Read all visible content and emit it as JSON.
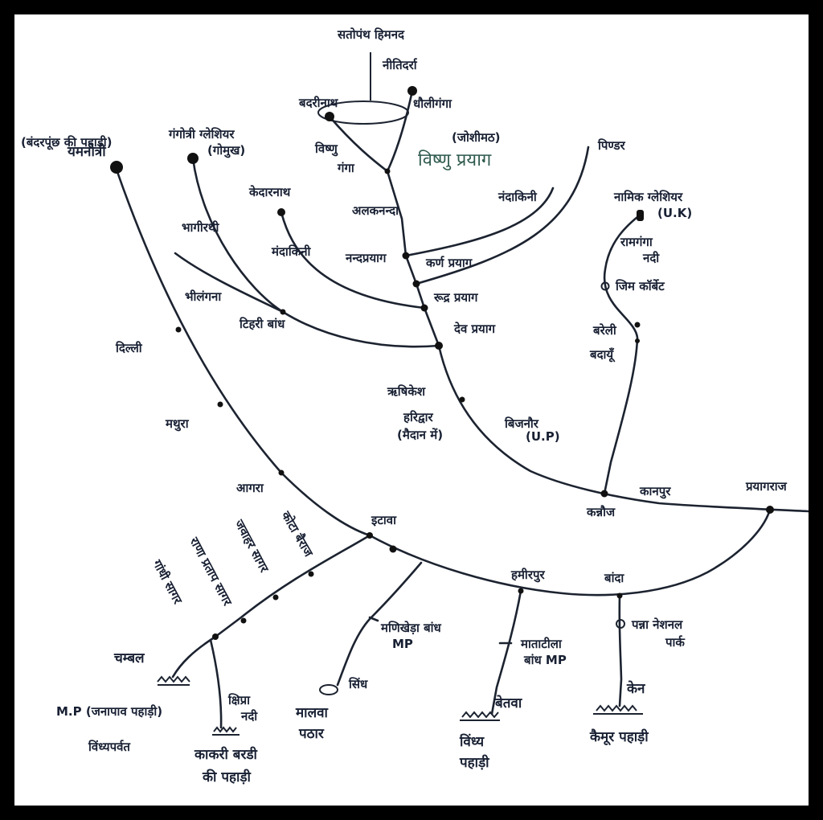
{
  "labels": {
    "satopanth": "सतोपंथ हिमनद",
    "nitidarra": "नीतिदर्रा",
    "badrinath": "बदरीनाथ",
    "dhauliganga": "धौलीगंगा",
    "joshimath": "(जोशीमठ)",
    "vishnuganga": [
      "विष्णु",
      "गंगा"
    ],
    "vishnuprayag": "विष्णु प्रयाग",
    "pindar": "पिण्डर",
    "nandakini": "नंदाकिनी",
    "alaknanda": "अलकनन्दा",
    "nandprayag": "नन्दप्रयाग",
    "karnprayag": "कर्ण प्रयाग",
    "rudraprayag": "रूद्र प्रयाग",
    "devprayag": "देव प्रयाग",
    "kedarnath": "केदारनाथ",
    "mandakini": "मंदाकिनी",
    "bandarpunch": "(बंदरपूंछ की पहाड़ी)",
    "yamunotri": "यमनोत्री",
    "gangotri_glacier": "गंगोत्री ग्लेशियर",
    "gomukh": "(गोमुख)",
    "bhagirathi": "भागीरथी",
    "bhilangana": "भीलंगना",
    "tehri_dam": "टिहरी बांध",
    "delhi": "दिल्ली",
    "mathura": "मथुरा",
    "agra": "आगरा",
    "rishikesh": "ऋषिकेश",
    "haridwar": "हरिद्वार",
    "maidan": "(मैदान में)",
    "bijnor": [
      "बिजनौर",
      "(U.P)"
    ],
    "namik_glacier": "नामिक ग्लेशियर",
    "uk": "(U.K)",
    "ramganga": [
      "रामगंगा",
      "नदी"
    ],
    "jim_corbett": "जिम कॉर्बेट",
    "bareilly": "बरेली",
    "badaun": "बदायूँ",
    "kanpur": "कानपुर",
    "kannauj": "कन्नौज",
    "prayagraj": "प्रयागराज",
    "itawa": "इटावा",
    "hamirpur": "हमीरपुर",
    "banda": "बांदा",
    "panna": [
      "पन्ना नेशनल",
      "पार्क"
    ],
    "ken": "केन",
    "kaimur": "कैमूर पहाड़ी",
    "madhikheda": [
      "मणिखेड़ा बांध",
      "MP"
    ],
    "sindh": "सिंध",
    "malwa": [
      "मालवा",
      "पठार"
    ],
    "mataṭila": [
      "माताटीला",
      "बांध MP"
    ],
    "betwa": "बेतवा",
    "vindhya_hills": [
      "विंध्य",
      "पहाड़ी"
    ],
    "gandhisagar": "गांधी सागर",
    "rana_pratap": "राणा प्रताप सागर",
    "jawahar_sagar": "जवाहर सागर",
    "kota_barrage": "कोटा बैराज",
    "chambal": "चम्बल",
    "janapav": "M.P (जनापाव पहाड़ी)",
    "vindhyaparvat": "विंध्यपर्वत",
    "kshipra": [
      "क्षिप्रा",
      "नदी"
    ],
    "kakri_bardi": [
      "काकरी बरडी",
      "की पहाड़ी"
    ]
  }
}
